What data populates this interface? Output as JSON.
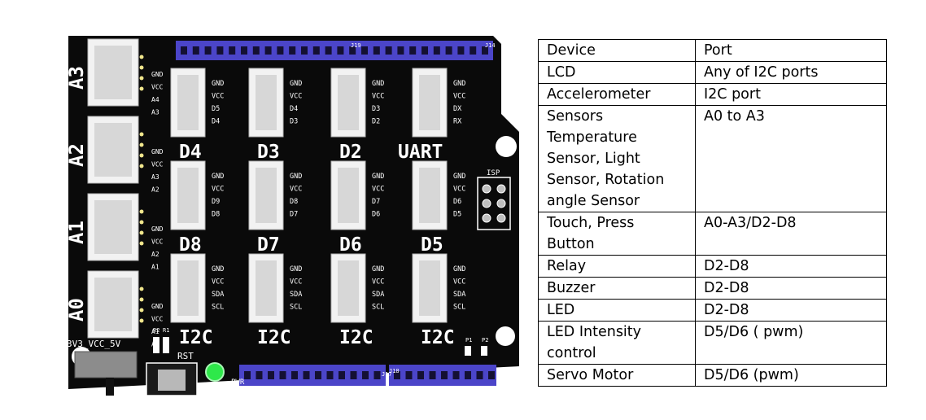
{
  "board": {
    "side_labels": [
      "A3",
      "A2",
      "A1",
      "A0"
    ],
    "side_pins": [
      [
        "GND",
        "VCC",
        "A4",
        "A3"
      ],
      [
        "GND",
        "VCC",
        "A3",
        "A2"
      ],
      [
        "GND",
        "VCC",
        "A2",
        "A1"
      ],
      [
        "GND",
        "VCC",
        "A1",
        "A0"
      ]
    ],
    "rows": [
      [
        {
          "label": "D4",
          "pins": [
            "GND",
            "VCC",
            "D5",
            "D4"
          ]
        },
        {
          "label": "D3",
          "pins": [
            "GND",
            "VCC",
            "D4",
            "D3"
          ]
        },
        {
          "label": "D2",
          "pins": [
            "GND",
            "VCC",
            "D3",
            "D2"
          ]
        },
        {
          "label": "UART",
          "pins": [
            "GND",
            "VCC",
            "DX",
            "RX"
          ]
        }
      ],
      [
        {
          "label": "D8",
          "pins": [
            "GND",
            "VCC",
            "D9",
            "D8"
          ]
        },
        {
          "label": "D7",
          "pins": [
            "GND",
            "VCC",
            "D8",
            "D7"
          ]
        },
        {
          "label": "D6",
          "pins": [
            "GND",
            "VCC",
            "D7",
            "D6"
          ]
        },
        {
          "label": "D5",
          "pins": [
            "GND",
            "VCC",
            "D6",
            "D5"
          ]
        }
      ],
      [
        {
          "label": "I2C",
          "pins": [
            "GND",
            "VCC",
            "SDA",
            "SCL"
          ]
        },
        {
          "label": "I2C",
          "pins": [
            "GND",
            "VCC",
            "SDA",
            "SCL"
          ]
        },
        {
          "label": "I2C",
          "pins": [
            "GND",
            "VCC",
            "SDA",
            "SCL"
          ]
        },
        {
          "label": "I2C",
          "pins": [
            "GND",
            "VCC",
            "SDA",
            "SCL"
          ]
        }
      ]
    ],
    "isp_label": "ISP",
    "switch_label": "3V3_VCC_5V",
    "reset_label": "RST",
    "pwr_label": "PWR",
    "header_tags": [
      "J19",
      "J14",
      "J17",
      "J18"
    ],
    "resistor_labels": [
      "R2",
      "R1"
    ],
    "pad_labels": [
      "P1",
      "P2"
    ],
    "colors": {
      "board": "#0a0a0a",
      "header": "#4b45c9",
      "connector": "#f2f2f2",
      "led": "#2ee84a"
    }
  },
  "table": {
    "header": [
      "Device",
      "Port"
    ],
    "rows": [
      {
        "device": [
          "LCD"
        ],
        "port": "Any of I2C ports"
      },
      {
        "device": [
          "Accelerometer"
        ],
        "port": "I2C port"
      },
      {
        "device": [
          "Sensors",
          "Temperature",
          "Sensor, Light",
          "Sensor, Rotation",
          "angle Sensor"
        ],
        "port": "A0 to A3"
      },
      {
        "device": [
          "Touch, Press",
          "Button"
        ],
        "port": "A0-A3/D2-D8"
      },
      {
        "device": [
          "Relay"
        ],
        "port": "D2-D8"
      },
      {
        "device": [
          "Buzzer"
        ],
        "port": "D2-D8"
      },
      {
        "device": [
          "LED"
        ],
        "port": "D2-D8"
      },
      {
        "device": [
          "LED Intensity",
          "control"
        ],
        "port": "D5/D6 ( pwm)"
      },
      {
        "device": [
          "Servo Motor"
        ],
        "port": "D5/D6 (pwm)"
      }
    ]
  }
}
